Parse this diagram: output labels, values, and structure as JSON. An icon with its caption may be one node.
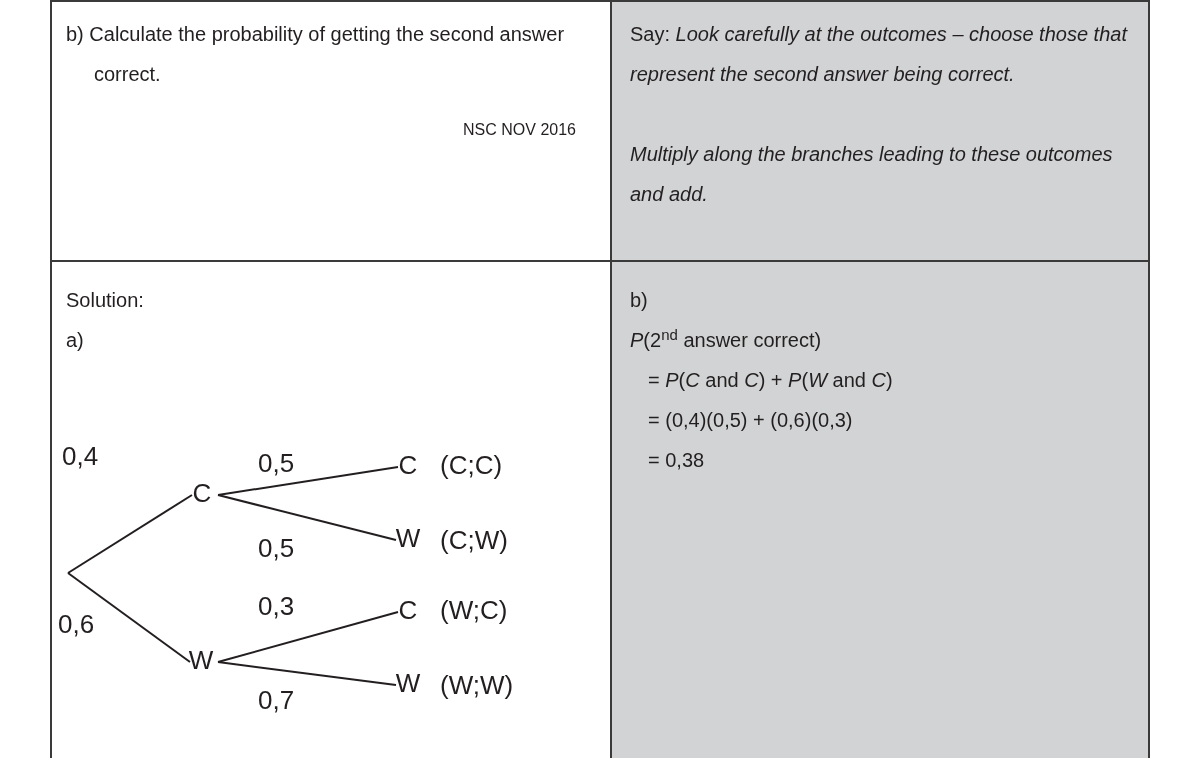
{
  "diagram": {
    "nodes": [
      {
        "text": [
          "C"
        ]
      },
      {
        "text": [
          "W"
        ]
      },
      {
        "text": [
          "C"
        ],
        "beside": [
          "(C;C)"
        ]
      },
      {
        "text": [
          "W"
        ],
        "beside": [
          "(C;W)"
        ]
      },
      {
        "text": [
          "C"
        ],
        "beside": [
          "(W;C)"
        ]
      },
      {
        "text": [
          "W"
        ],
        "beside": [
          "(W;W)"
        ]
      }
    ],
    "edges": [
      {
        "from": null,
        "to": 0,
        "arrow": "none",
        "label": "0,4"
      },
      {
        "from": null,
        "to": 1,
        "arrow": "none",
        "label": "0,6"
      },
      {
        "from": 0,
        "to": 2,
        "arrow": "none",
        "label": "0,5"
      },
      {
        "from": 0,
        "to": 3,
        "arrow": "none",
        "label": "0,5"
      },
      {
        "from": 1,
        "to": 4,
        "arrow": "none",
        "label": "0,3"
      },
      {
        "from": 1,
        "to": 5,
        "arrow": "none",
        "label": "0,7"
      }
    ],
    "labels": [
      "b) Calculate the probability of getting the second answer correct.",
      "NSC NOV 2016",
      "Say: *Look carefully at the outcomes – choose those that represent the second answer being correct.*",
      "Multiply along the branches leading to these outcomes and add.",
      "Solution:",
      "a)",
      "b)",
      "*P*(2$^{nd}$ answer correct)",
      "= *P*(*C* and *C*) + *P*(*W* and *C*)",
      "= (0,4)(0,5) + (0,6)(0,3)",
      "= 0,38"
    ]
  }
}
